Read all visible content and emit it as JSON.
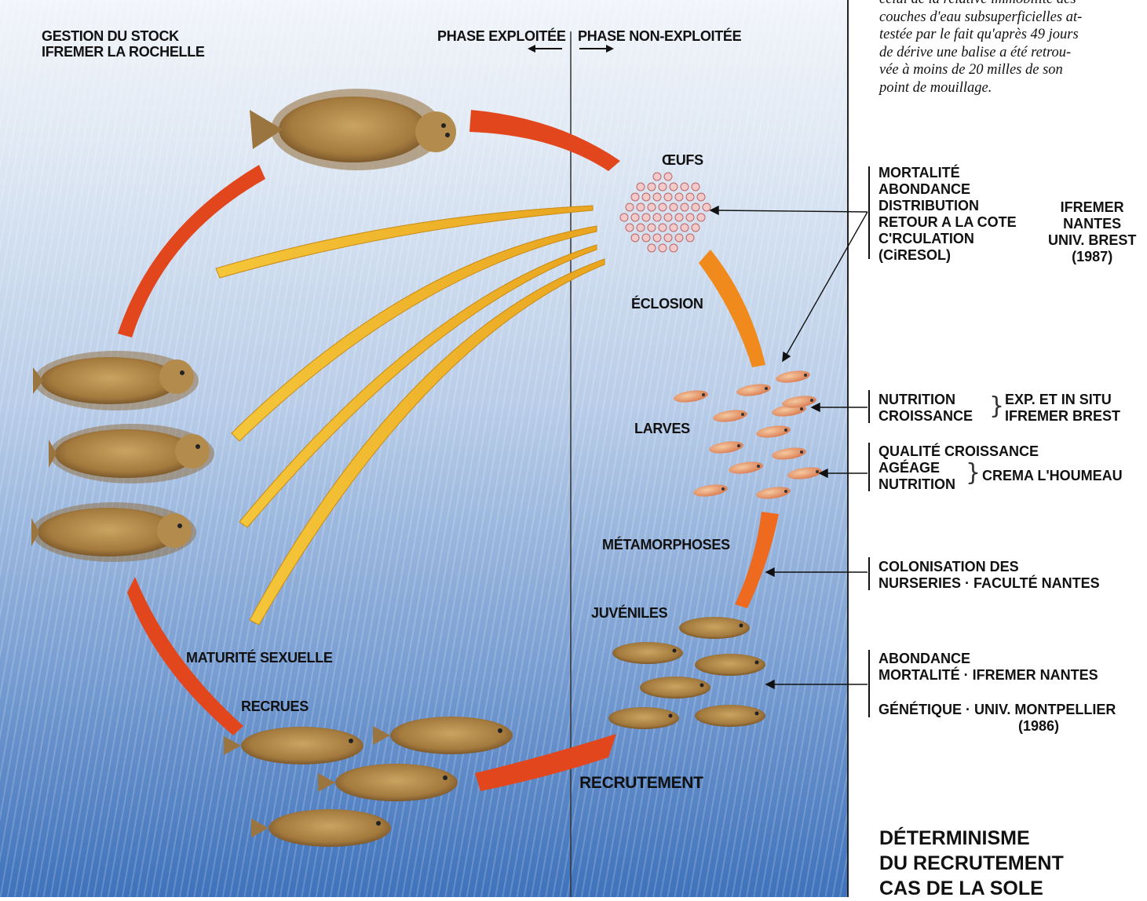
{
  "colors": {
    "arrow_red": "#e2461d",
    "arrow_orange": "#f08a1c",
    "arrow_yellow": "#f1bd2c",
    "water": "#3f72bb",
    "fish": "#b08a48"
  },
  "header": {
    "left_line1": "GESTION DU STOCK",
    "left_line2": "IFREMER LA ROCHELLE",
    "phase_exploited": "PHASE EXPLOITÉE",
    "phase_unexploited": "PHASE NON-EXPLOITÉE"
  },
  "stages": {
    "eggs": "ŒUFS",
    "hatching": "ÉCLOSION",
    "larvae": "LARVES",
    "metamorphosis": "MÉTAMORPHOSES",
    "juveniles": "JUVÉNILES",
    "maturity": "MATURITÉ SEXUELLE",
    "recruits": "RECRUES",
    "recruitment": "RECRUTEMENT"
  },
  "intro_text": [
    "celui de la relative immobilité des",
    "couches d'eau subsuperficielles at-",
    "testée par le fait qu'après 49 jours",
    "de dérive une balise a été retrou-",
    "vée à moins de 20 milles de son",
    "point de mouillage."
  ],
  "notes": {
    "eggs": {
      "lines": [
        "MORTALITÉ",
        "ABONDANCE",
        "DISTRIBUTION",
        "RETOUR A LA COTE",
        "C'RCULATION",
        "(CiRESOL)"
      ],
      "org": [
        "IFREMER",
        "NANTES",
        "UNIV. BREST",
        "(1987)"
      ]
    },
    "larvae_a": {
      "lines": [
        "NUTRITION",
        "CROISSANCE"
      ],
      "org": [
        "EXP. ET IN SITU",
        "IFREMER BREST"
      ]
    },
    "larvae_b": {
      "lines": [
        "QUALITÉ CROISSANCE",
        "AGÉAGE",
        "NUTRITION"
      ],
      "org": "CREMA L'HOUMEAU"
    },
    "colonisation": [
      "COLONISATION DES",
      "NURSERIES · FACULTÉ NANTES"
    ],
    "juveniles": {
      "line1": "ABONDANCE",
      "line2": "MORTALITÉ · IFREMER NANTES",
      "line3": "GÉNÉTIQUE · UNIV. MONTPELLIER",
      "line4": "(1986)"
    }
  },
  "title": [
    "DÉTERMINISME",
    "DU RECRUTEMENT",
    "CAS DE LA SOLE"
  ]
}
